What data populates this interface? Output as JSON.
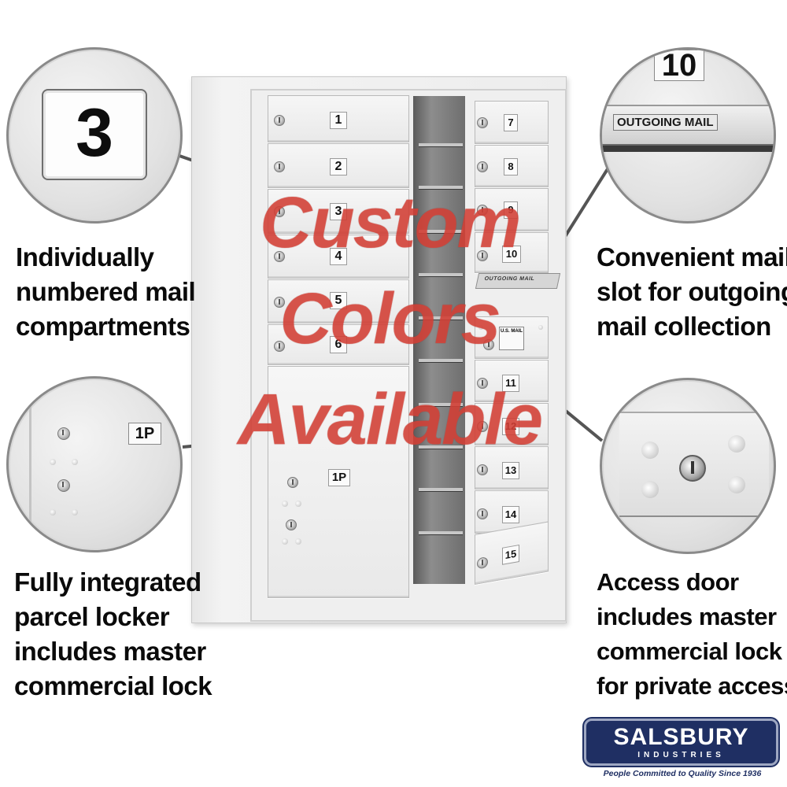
{
  "overlay": {
    "line1": "Custom",
    "line2": "Colors",
    "line3": "Available"
  },
  "features": {
    "compartments": [
      "Individually",
      "numbered mail",
      "compartments"
    ],
    "outgoing": [
      "Convenient mail",
      "slot for outgoing",
      "mail collection"
    ],
    "parcel": [
      "Fully integrated",
      "parcel locker",
      "includes master",
      "commercial lock"
    ],
    "access": [
      "Access door",
      "includes master",
      "commercial lock",
      "for private access"
    ]
  },
  "zoom": {
    "compartment_number": "3",
    "outgoing_number": "10",
    "outgoing_label": "OUTGOING MAIL",
    "parcel_label": "1P"
  },
  "mailbox": {
    "left_doors": [
      "1",
      "2",
      "3",
      "4",
      "5",
      "6"
    ],
    "right_doors_top": [
      "7",
      "8",
      "9",
      "10"
    ],
    "slot_label": "OUTGOING MAIL",
    "access_label": "U.S. MAIL",
    "right_doors_bottom": [
      "11",
      "12",
      "13",
      "14",
      "15"
    ],
    "parcel_label": "1P"
  },
  "logo": {
    "name": "SALSBURY",
    "sub": "INDUSTRIES",
    "tagline": "People Committed to Quality Since 1936"
  },
  "colors": {
    "overlay": "#e2463c",
    "logo_bg": "#1f2f63",
    "cabinet": "#efefef"
  },
  "icons": [
    "lock-icon",
    "rivet-icon"
  ]
}
